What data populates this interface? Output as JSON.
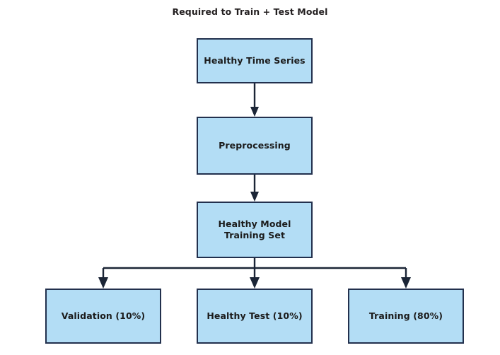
{
  "diagram": {
    "title": "Required to Train + Test Model",
    "background_color": "#ffffff",
    "node_fill_color": "#b3ddf5",
    "node_border_color": "#22304d",
    "text_color": "#1b1b1b",
    "connector_color": "#1b2536",
    "nodes": [
      {
        "id": "healthy-time-series",
        "label": "Healthy Time Series"
      },
      {
        "id": "preprocessing",
        "label": "Preprocessing"
      },
      {
        "id": "healthy-model-training-set",
        "label_line1": "Healthy Model",
        "label_line2": "Training Set"
      },
      {
        "id": "validation",
        "label": "Validation (10%)"
      },
      {
        "id": "healthy-test",
        "label": "Healthy Test (10%)"
      },
      {
        "id": "training",
        "label": "Training (80%)"
      }
    ]
  }
}
